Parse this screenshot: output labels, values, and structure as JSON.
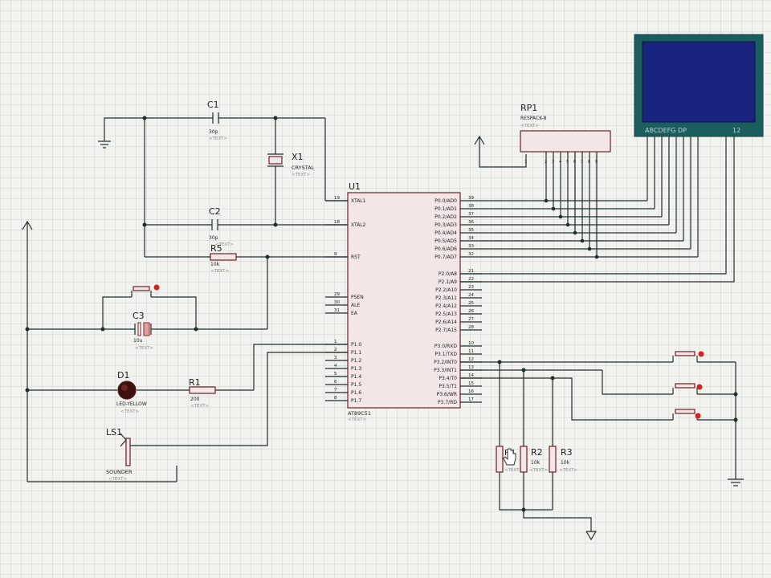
{
  "schematic": {
    "text_placeholder": "<TEXT>",
    "u1": {
      "ref": "U1",
      "part": "AT89C51",
      "left_pins": [
        {
          "num": "19",
          "name": "XTAL1"
        },
        {
          "num": "18",
          "name": "XTAL2"
        },
        {
          "num": "9",
          "name": "RST"
        },
        {
          "num": "29",
          "name": "PSEN"
        },
        {
          "num": "30",
          "name": "ALE"
        },
        {
          "num": "31",
          "name": "EA"
        },
        {
          "num": "1",
          "name": "P1.0"
        },
        {
          "num": "2",
          "name": "P1.1"
        },
        {
          "num": "3",
          "name": "P1.2"
        },
        {
          "num": "4",
          "name": "P1.3"
        },
        {
          "num": "5",
          "name": "P1.4"
        },
        {
          "num": "6",
          "name": "P1.5"
        },
        {
          "num": "7",
          "name": "P1.6"
        },
        {
          "num": "8",
          "name": "P1.7"
        }
      ],
      "right_pins": [
        {
          "num": "39",
          "name": "P0.0/AD0"
        },
        {
          "num": "38",
          "name": "P0.1/AD1"
        },
        {
          "num": "37",
          "name": "P0.2/AD2"
        },
        {
          "num": "36",
          "name": "P0.3/AD3"
        },
        {
          "num": "35",
          "name": "P0.4/AD4"
        },
        {
          "num": "34",
          "name": "P0.5/AD5"
        },
        {
          "num": "33",
          "name": "P0.6/AD6"
        },
        {
          "num": "32",
          "name": "P0.7/AD7"
        },
        {
          "num": "21",
          "name": "P2.0/A8"
        },
        {
          "num": "22",
          "name": "P2.1/A9"
        },
        {
          "num": "23",
          "name": "P2.2/A10"
        },
        {
          "num": "24",
          "name": "P2.3/A11"
        },
        {
          "num": "25",
          "name": "P2.4/A12"
        },
        {
          "num": "26",
          "name": "P2.5/A13"
        },
        {
          "num": "27",
          "name": "P2.6/A14"
        },
        {
          "num": "28",
          "name": "P2.7/A15"
        },
        {
          "num": "10",
          "name": "P3.0/RXD"
        },
        {
          "num": "11",
          "name": "P3.1/TXD"
        },
        {
          "num": "12",
          "name": "P3.2/INT0"
        },
        {
          "num": "13",
          "name": "P3.3/INT1"
        },
        {
          "num": "14",
          "name": "P3.4/T0"
        },
        {
          "num": "15",
          "name": "P3.5/T1"
        },
        {
          "num": "16",
          "name": "P3.6/WR"
        },
        {
          "num": "17",
          "name": "P3.7/RD"
        }
      ]
    },
    "c1": {
      "ref": "C1",
      "value": "30p"
    },
    "c2": {
      "ref": "C2",
      "value": "30p"
    },
    "c3": {
      "ref": "C3",
      "value": "10u"
    },
    "x1": {
      "ref": "X1",
      "value": "CRYSTAL"
    },
    "r5": {
      "ref": "R5",
      "value": "10k"
    },
    "r1": {
      "ref": "R1",
      "value": "200"
    },
    "r2": {
      "ref": "R2",
      "value": "10k"
    },
    "r3": {
      "ref": "R3",
      "value": "10k"
    },
    "r4": {
      "ref": "R4",
      "value": "10k"
    },
    "d1": {
      "ref": "D1",
      "value": "LED-YELLOW"
    },
    "ls1": {
      "ref": "LS1",
      "value": "SOUNDER"
    },
    "rp1": {
      "ref": "RP1",
      "value": "RESPACK-8",
      "pins": [
        "1",
        "2",
        "3",
        "4",
        "5",
        "6",
        "7",
        "8",
        "9"
      ]
    },
    "display": {
      "segments_label": "ABCDEFG DP",
      "digits_label": "12"
    },
    "colors": {
      "wire": "#1f2e2e",
      "component_outline": "#8a2a2a",
      "display_screen": "#1a237e",
      "display_frame": "#1b5e5e",
      "button_knob": "#d62020"
    }
  }
}
